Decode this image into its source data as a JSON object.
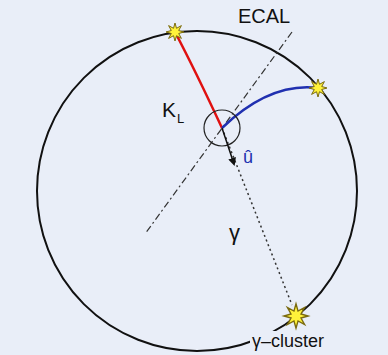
{
  "diagram": {
    "labels": [
      "ECAL",
      "K",
      "L",
      "û",
      "γ",
      "γ–cluster"
    ]
  }
}
